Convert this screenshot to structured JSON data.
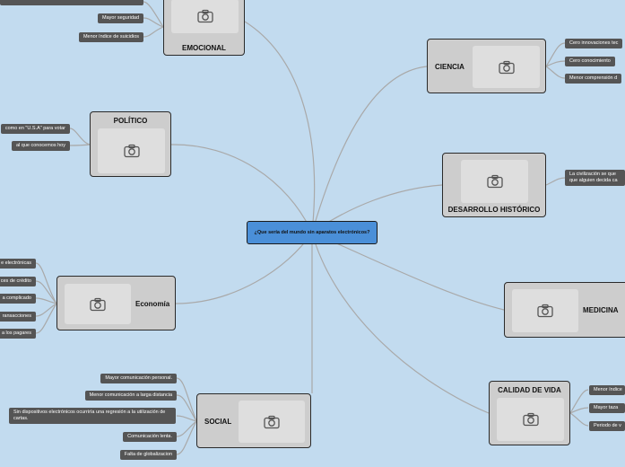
{
  "central_topic": "¿Que sería del mundo sin aparatos electrónicos?",
  "icons": {
    "image_placeholder": "camera-icon"
  },
  "colors": {
    "background": "#c2dbef",
    "central": "#4a8fd8",
    "topic": "#cdcdcd",
    "leaf": "#555555",
    "line": "#a9a9a9"
  },
  "topics": {
    "emocional": {
      "label": "EMOCIONAL",
      "items": [
        "Mayor seguridad",
        "Menor índice de suicidios"
      ]
    },
    "politico": {
      "label": "POLÍTICO",
      "items": [
        "como en \"U.S.A\" para votar",
        "al que conocemos hoy"
      ]
    },
    "economia": {
      "label": "Economía",
      "items": [
        "e electrónicas",
        "ces de crédito",
        "a complicado",
        "ransacciones",
        "a los pagares"
      ]
    },
    "social": {
      "label": "SOCIAL",
      "items": [
        "Mayor comunicación personal.",
        "Menor comunicación a larga distancia",
        "Sin dispositivos electrónicos ocurriría una regresión a la utilización de cartas.",
        "Comunicación lenta.",
        "Falta de globalizacion"
      ]
    },
    "ciencia": {
      "label": "CIENCIA",
      "items": [
        "Cero innovaciones tec",
        "Cero conocimiento",
        "Menor comprensión d"
      ]
    },
    "desarrollo": {
      "label": "DESARROLLO HISTÓRICO",
      "items": [
        "La civilización se que que alguien decida ca"
      ]
    },
    "medicina": {
      "label": "MEDICINA"
    },
    "calidad": {
      "label": "CALIDAD DE VIDA",
      "items": [
        "Menor índice",
        "Mayor taza",
        "Periodo de v"
      ]
    }
  }
}
